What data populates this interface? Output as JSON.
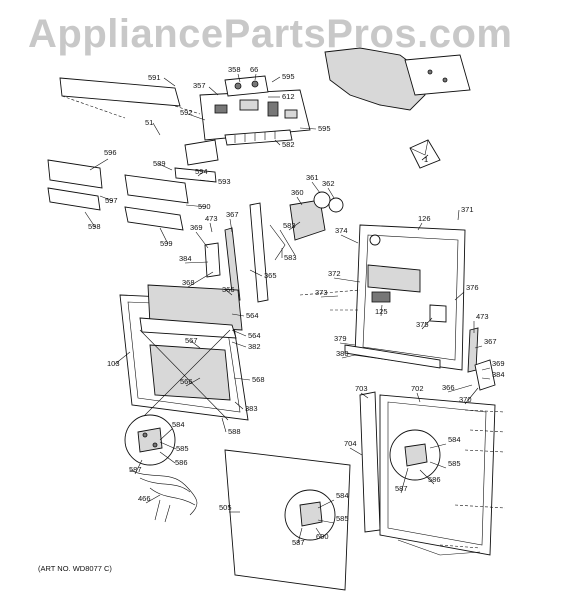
{
  "watermark": "AppliancePartsPros.com",
  "art_number": "(ART NO. WD8077 C)",
  "callouts": [
    "591",
    "358",
    "66",
    "595",
    "357",
    "612",
    "51",
    "592",
    "595",
    "582",
    "596",
    "589",
    "594",
    "593",
    "597",
    "590",
    "598",
    "599",
    "1",
    "361",
    "362",
    "360",
    "371",
    "126",
    "473",
    "367",
    "369",
    "583",
    "374",
    "372",
    "384",
    "365",
    "368",
    "366",
    "373",
    "125",
    "376",
    "375",
    "564",
    "473",
    "564",
    "382",
    "367",
    "103",
    "567",
    "379",
    "380",
    "369",
    "384",
    "566",
    "568",
    "366",
    "370",
    "583",
    "703",
    "702",
    "584",
    "586",
    "587",
    "585",
    "383",
    "588",
    "704",
    "584",
    "585",
    "466",
    "587",
    "586",
    "505",
    "584",
    "585",
    "587",
    "600",
    "1"
  ]
}
